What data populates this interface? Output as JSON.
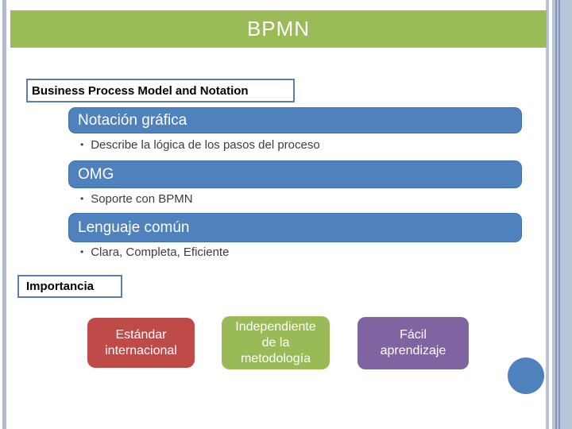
{
  "slide": {
    "title": "BPMN",
    "heading": "Business Process Model and Notation",
    "bullet_char": "•",
    "sections": [
      {
        "label": "Notación gráfica",
        "bullet": "Describe la lógica de los pasos del proceso"
      },
      {
        "label": "OMG",
        "bullet": "Soporte con BPMN"
      },
      {
        "label": "Lenguaje común",
        "bullet": "Clara, Completa, Eficiente"
      }
    ],
    "importance": {
      "label": "Importancia",
      "items": [
        {
          "text": "Estándar\ninternacional",
          "color": "#be4b48"
        },
        {
          "text": "Independiente\nde la\nmetodología",
          "color": "#9aba58"
        },
        {
          "text": "Fácil\naprendizaje",
          "color": "#8064a2"
        }
      ]
    },
    "colors": {
      "title_bar": "#9bba58",
      "section_bar": "#4f81bd",
      "box_border": "#5b7db1",
      "circle": "#4f81bd",
      "stripe_light": "#b9c4d8",
      "stripe_dark": "#7d93ba"
    }
  }
}
